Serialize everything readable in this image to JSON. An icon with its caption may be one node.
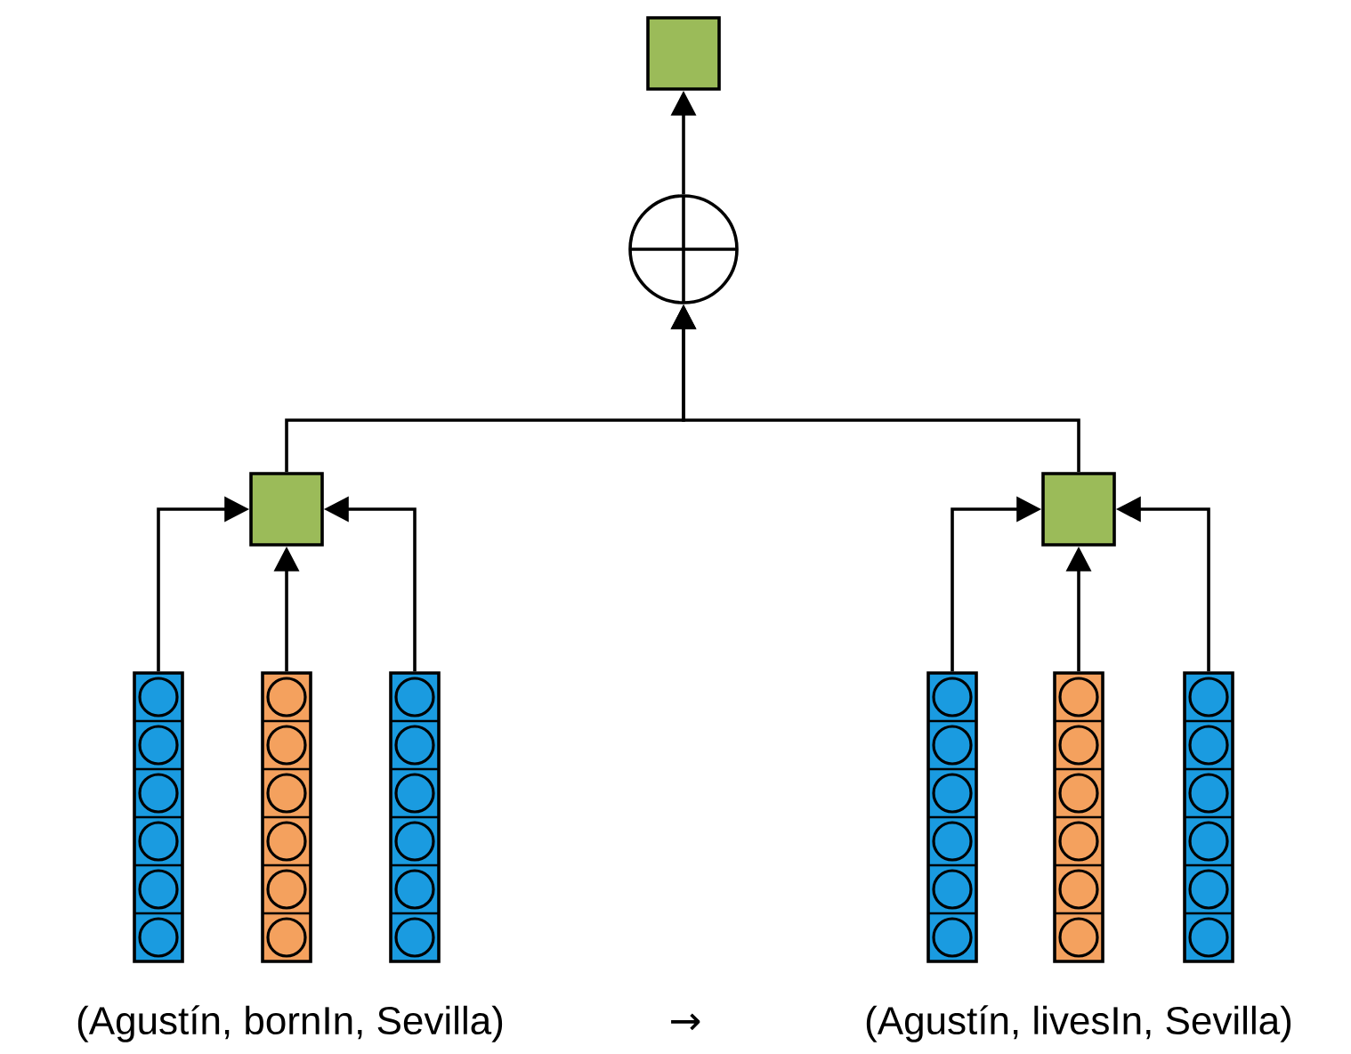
{
  "diagram": {
    "nodes": [
      {
        "text": [],
        "shape": "box"
      },
      {
        "text": [],
        "shape": "circle"
      },
      {
        "text": [],
        "shape": "box"
      },
      {
        "text": [],
        "shape": "box"
      },
      {
        "text": [],
        "shape": "bar"
      },
      {
        "text": [],
        "shape": "bar"
      },
      {
        "text": [],
        "shape": "bar"
      },
      {
        "text": [],
        "shape": "bar"
      },
      {
        "text": [],
        "shape": "bar"
      },
      {
        "text": [],
        "shape": "bar"
      }
    ],
    "edges": [
      {
        "from": 1,
        "to": 0,
        "arrow": "to"
      },
      {
        "from": 2,
        "to": 1,
        "arrow": "to"
      },
      {
        "from": 3,
        "to": 1,
        "arrow": "to"
      },
      {
        "from": 4,
        "to": 2,
        "arrow": "to"
      },
      {
        "from": 5,
        "to": 2,
        "arrow": "to"
      },
      {
        "from": 6,
        "to": 2,
        "arrow": "to"
      },
      {
        "from": 7,
        "to": 3,
        "arrow": "to"
      },
      {
        "from": 8,
        "to": 3,
        "arrow": "to"
      },
      {
        "from": 9,
        "to": 3,
        "arrow": "to"
      }
    ],
    "labels": [
      "(Agustín, bornIn, Sevilla)",
      "→",
      "(Agustín, livesIn, Sevilla)"
    ]
  }
}
